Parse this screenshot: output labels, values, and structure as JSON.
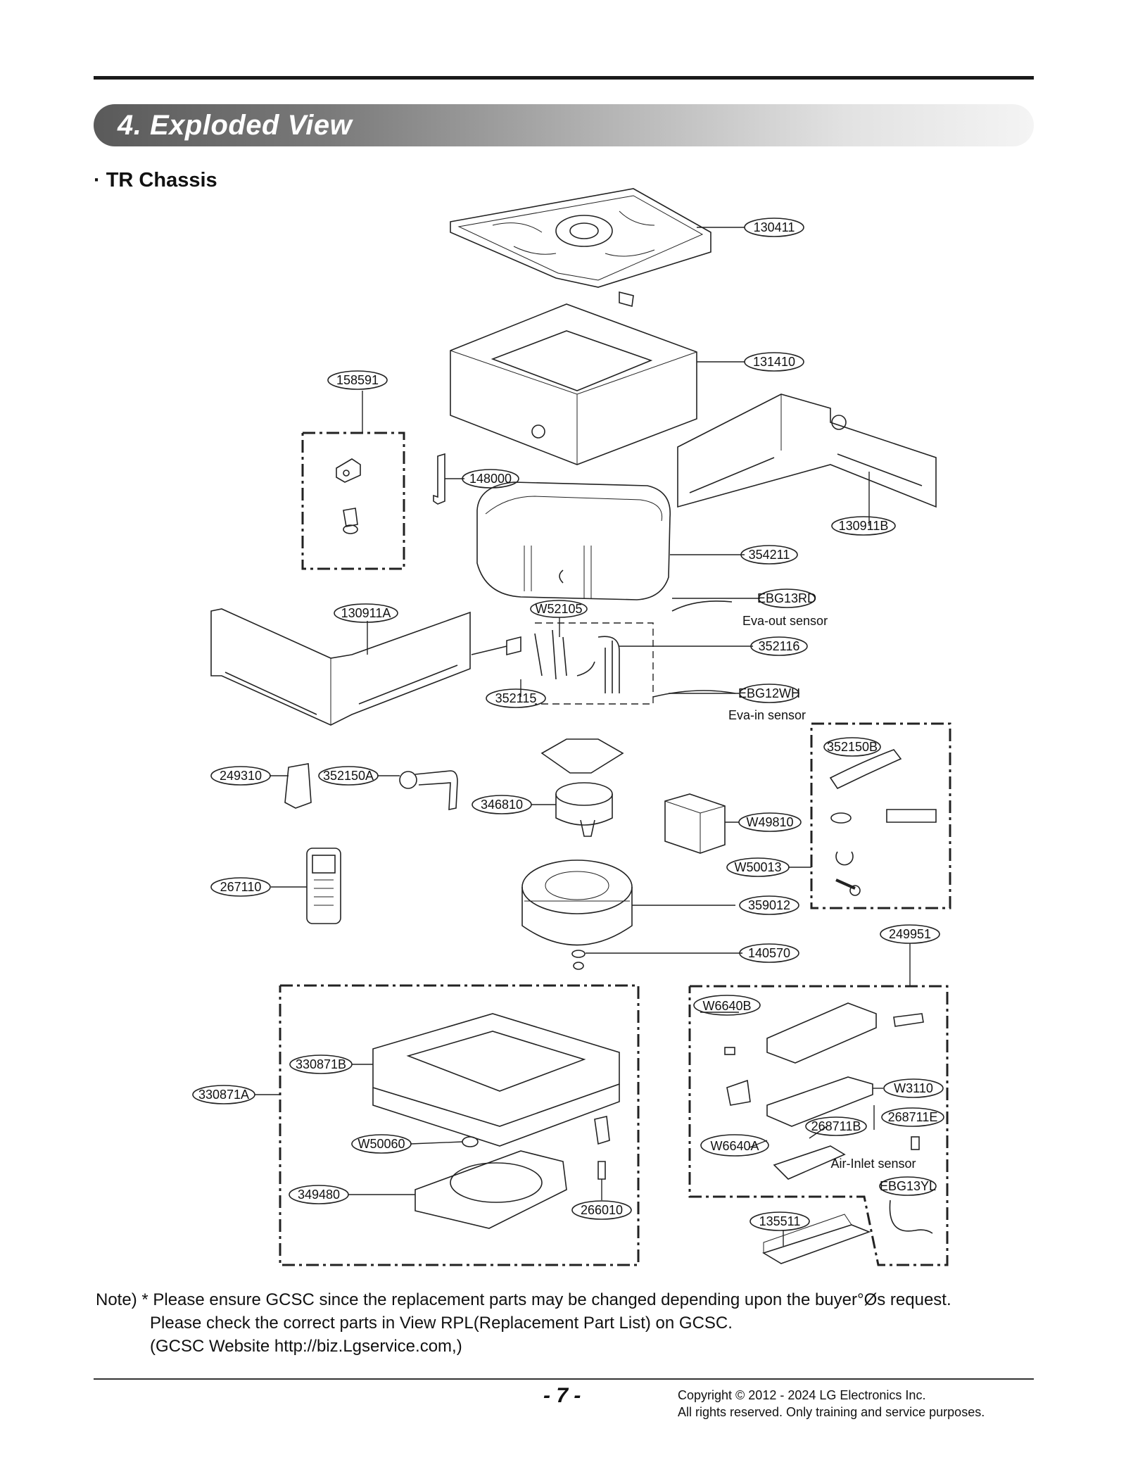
{
  "header": {
    "title": "4. Exploded View",
    "subtitle": "· TR Chassis"
  },
  "callouts": {
    "p130411": "130411",
    "p131410": "131410",
    "p158591": "158591",
    "p148000": "148000",
    "p130911B": "130911B",
    "p354211": "354211",
    "p130911A": "130911A",
    "pW52105": "W52105",
    "pEBG13RD": "EBG13RD",
    "p352116": "352116",
    "p352115": "352115",
    "pEBG12WH": "EBG12WH",
    "p352150B": "352150B",
    "p249310": "249310",
    "p352150A": "352150A",
    "p346810": "346810",
    "pW49810": "W49810",
    "pW50013": "W50013",
    "p267110": "267110",
    "p359012": "359012",
    "p249951": "249951",
    "p140570": "140570",
    "pW6640B": "W6640B",
    "pW3110": "W3110",
    "p330871B": "330871B",
    "p330871A": "330871A",
    "p268711E": "268711E",
    "p268711B": "268711B",
    "pW50060": "W50060",
    "pW6640A": "W6640A",
    "p349480": "349480",
    "p266010": "266010",
    "pEBG13YL": "EBG13YL",
    "p135511": "135511"
  },
  "sensor_labels": {
    "eva_out": "Eva-out sensor",
    "eva_in": "Eva-in sensor",
    "air_inlet": "Air-Inlet sensor"
  },
  "note": {
    "line1": "Note) * Please ensure GCSC since the replacement parts may be changed depending upon the buyer°Øs request.",
    "line2": "Please check  the correct parts in View RPL(Replacement Part List) on GCSC.",
    "line3": "(GCSC Website  http://biz.Lgservice.com,)"
  },
  "footer": {
    "page": "- 7 -",
    "copyright1": "Copyright © 2012 - 2024 LG Electronics Inc.",
    "copyright2": "All rights reserved. Only training and service purposes."
  }
}
